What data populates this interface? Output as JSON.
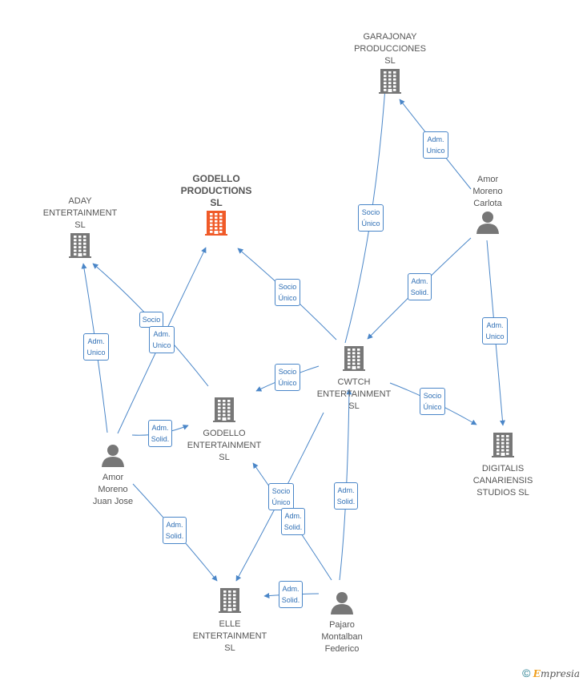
{
  "colors": {
    "edge": "#4a86c8",
    "company": "#777777",
    "focus_company": "#f05a28",
    "person": "#777777"
  },
  "nodes": [
    {
      "id": "garajonay",
      "type": "company",
      "label": "GARAJONAY\nPRODUCCIONES\nSL",
      "icon": "building-icon"
    },
    {
      "id": "godello_prod",
      "type": "company",
      "focus": true,
      "label": "GODELLO\nPRODUCTIONS\nSL",
      "icon": "building-icon"
    },
    {
      "id": "aday",
      "type": "company",
      "label": "ADAY\nENTERTAINMENT\nSL",
      "icon": "building-icon"
    },
    {
      "id": "amor_carlota",
      "type": "person",
      "label": "Amor\nMoreno\nCarlota",
      "icon": "person-icon"
    },
    {
      "id": "cwtch",
      "type": "company",
      "label": "CWTCH\nENTERTAINMENT\nSL",
      "icon": "building-icon"
    },
    {
      "id": "godello_ent",
      "type": "company",
      "label": "GODELLO\nENTERTAINMENT\nSL",
      "icon": "building-icon"
    },
    {
      "id": "digitalis",
      "type": "company",
      "label": "DIGITALIS\nCANARIENSIS\nSTUDIOS  SL",
      "icon": "building-icon"
    },
    {
      "id": "amor_juan",
      "type": "person",
      "label": "Amor\nMoreno\nJuan Jose",
      "icon": "person-icon"
    },
    {
      "id": "elle",
      "type": "company",
      "label": "ELLE\nENTERTAINMENT\nSL",
      "icon": "building-icon"
    },
    {
      "id": "pajaro",
      "type": "person",
      "label": "Pajaro\nMontalban\nFederico",
      "icon": "person-icon"
    }
  ],
  "edges": [
    {
      "from": "amor_carlota",
      "to": "garajonay",
      "label": "Adm.\nUnico"
    },
    {
      "from": "cwtch",
      "to": "garajonay",
      "label": "Socio\nÚnico"
    },
    {
      "from": "amor_carlota",
      "to": "cwtch",
      "label": "Adm.\nSolid."
    },
    {
      "from": "amor_carlota",
      "to": "digitalis",
      "label": "Adm.\nUnico"
    },
    {
      "from": "cwtch",
      "to": "godello_prod",
      "label": "Socio\nÚnico"
    },
    {
      "from": "cwtch",
      "to": "godello_ent",
      "label": "Socio\nÚnico"
    },
    {
      "from": "cwtch",
      "to": "digitalis",
      "label": "Socio\nÚnico"
    },
    {
      "from": "cwtch",
      "to": "elle",
      "label": "Socio\nÚnico"
    },
    {
      "from": "godello_ent",
      "to": "aday",
      "label": "Socio"
    },
    {
      "from": "amor_juan",
      "to": "aday",
      "label": "Adm.\nUnico"
    },
    {
      "from": "amor_juan",
      "to": "godello_prod",
      "label": "Adm.\nUnico"
    },
    {
      "from": "amor_juan",
      "to": "godello_ent",
      "label": "Adm.\nSolid."
    },
    {
      "from": "amor_juan",
      "to": "elle",
      "label": "Adm.\nSolid."
    },
    {
      "from": "pajaro",
      "to": "godello_ent",
      "label": "Adm.\nSolid."
    },
    {
      "from": "pajaro",
      "to": "cwtch",
      "label": "Adm.\nSolid."
    },
    {
      "from": "pajaro",
      "to": "elle",
      "label": "Adm.\nSolid."
    }
  ],
  "footer": {
    "copyright": "©",
    "brand_e": "E",
    "brand_rest": "mpresia"
  }
}
